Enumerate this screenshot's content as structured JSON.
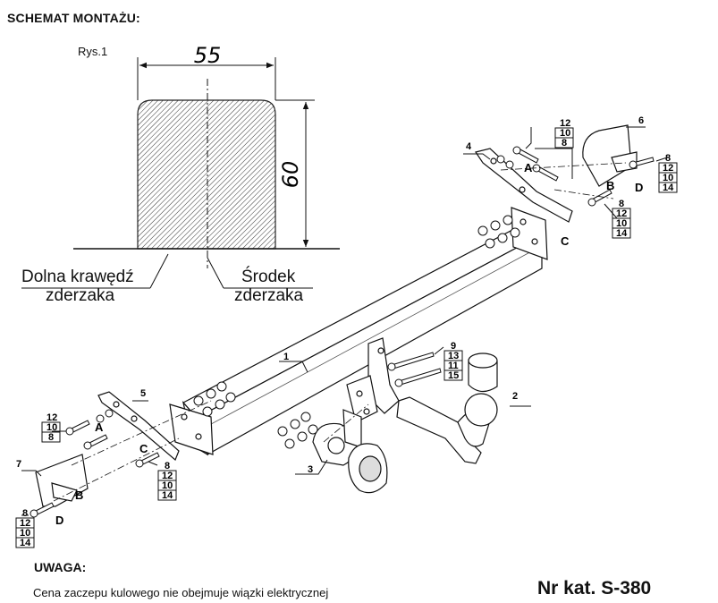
{
  "header": {
    "title": "SCHEMAT MONTAŻU:",
    "figure": "Rys.1"
  },
  "dimensions": {
    "width": "55",
    "height": "60"
  },
  "labels": {
    "bottom_edge": [
      "Dolna krawędź",
      "zderzaka"
    ],
    "center": [
      "Środek",
      "zderzaka"
    ]
  },
  "parts": {
    "p1": "1",
    "p2": "2",
    "p3": "3",
    "p4": "4",
    "p5": "5",
    "p6": "6",
    "p7": "7"
  },
  "points": {
    "a": "A",
    "b": "B",
    "c": "C",
    "d": "D"
  },
  "bolt_specs": {
    "bolt_12_10_8": [
      "12",
      "10",
      "8"
    ],
    "bolt_8_12_10_14": [
      "8",
      "12",
      "10",
      "14"
    ],
    "bolt_9_13_11_15": [
      "9",
      "13",
      "11",
      "15"
    ]
  },
  "footer": {
    "uwaga": "UWAGA:",
    "note": "Cena zaczepu kulowego nie obejmuje wiązki elektrycznej",
    "catalog": "Nr kat. S-380"
  }
}
